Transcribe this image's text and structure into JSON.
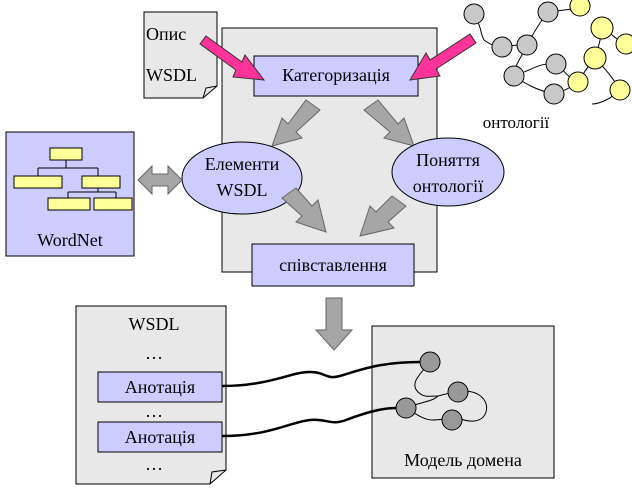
{
  "colors": {
    "panel_fill": "#e8e8e8",
    "box_fill": "#ccccff",
    "node_yellow": "#ffff99",
    "node_gray": "#c8c8c8",
    "arrow_gray": "#a6a6a6",
    "arrow_pink": "#ff3399"
  },
  "source_doc": {
    "line1": "Опис",
    "line2": "WSDL"
  },
  "categorization": {
    "label": "Категоризація"
  },
  "ontology": {
    "label": "онтології"
  },
  "wsdl_elements": {
    "line1": "Елементи",
    "line2": "WSDL"
  },
  "ontology_concepts": {
    "line1": "Поняття",
    "line2": "онтології"
  },
  "wordnet": {
    "label": "WordNet"
  },
  "matching": {
    "label": "співставлення"
  },
  "annotated_wsdl": {
    "title": "WSDL",
    "ellipsis_top": "…",
    "annotation_1": "Анотація",
    "ellipsis_mid": "…",
    "annotation_2": "Анотація",
    "ellipsis_bottom": "…"
  },
  "domain_model": {
    "label": "Модель домена"
  }
}
